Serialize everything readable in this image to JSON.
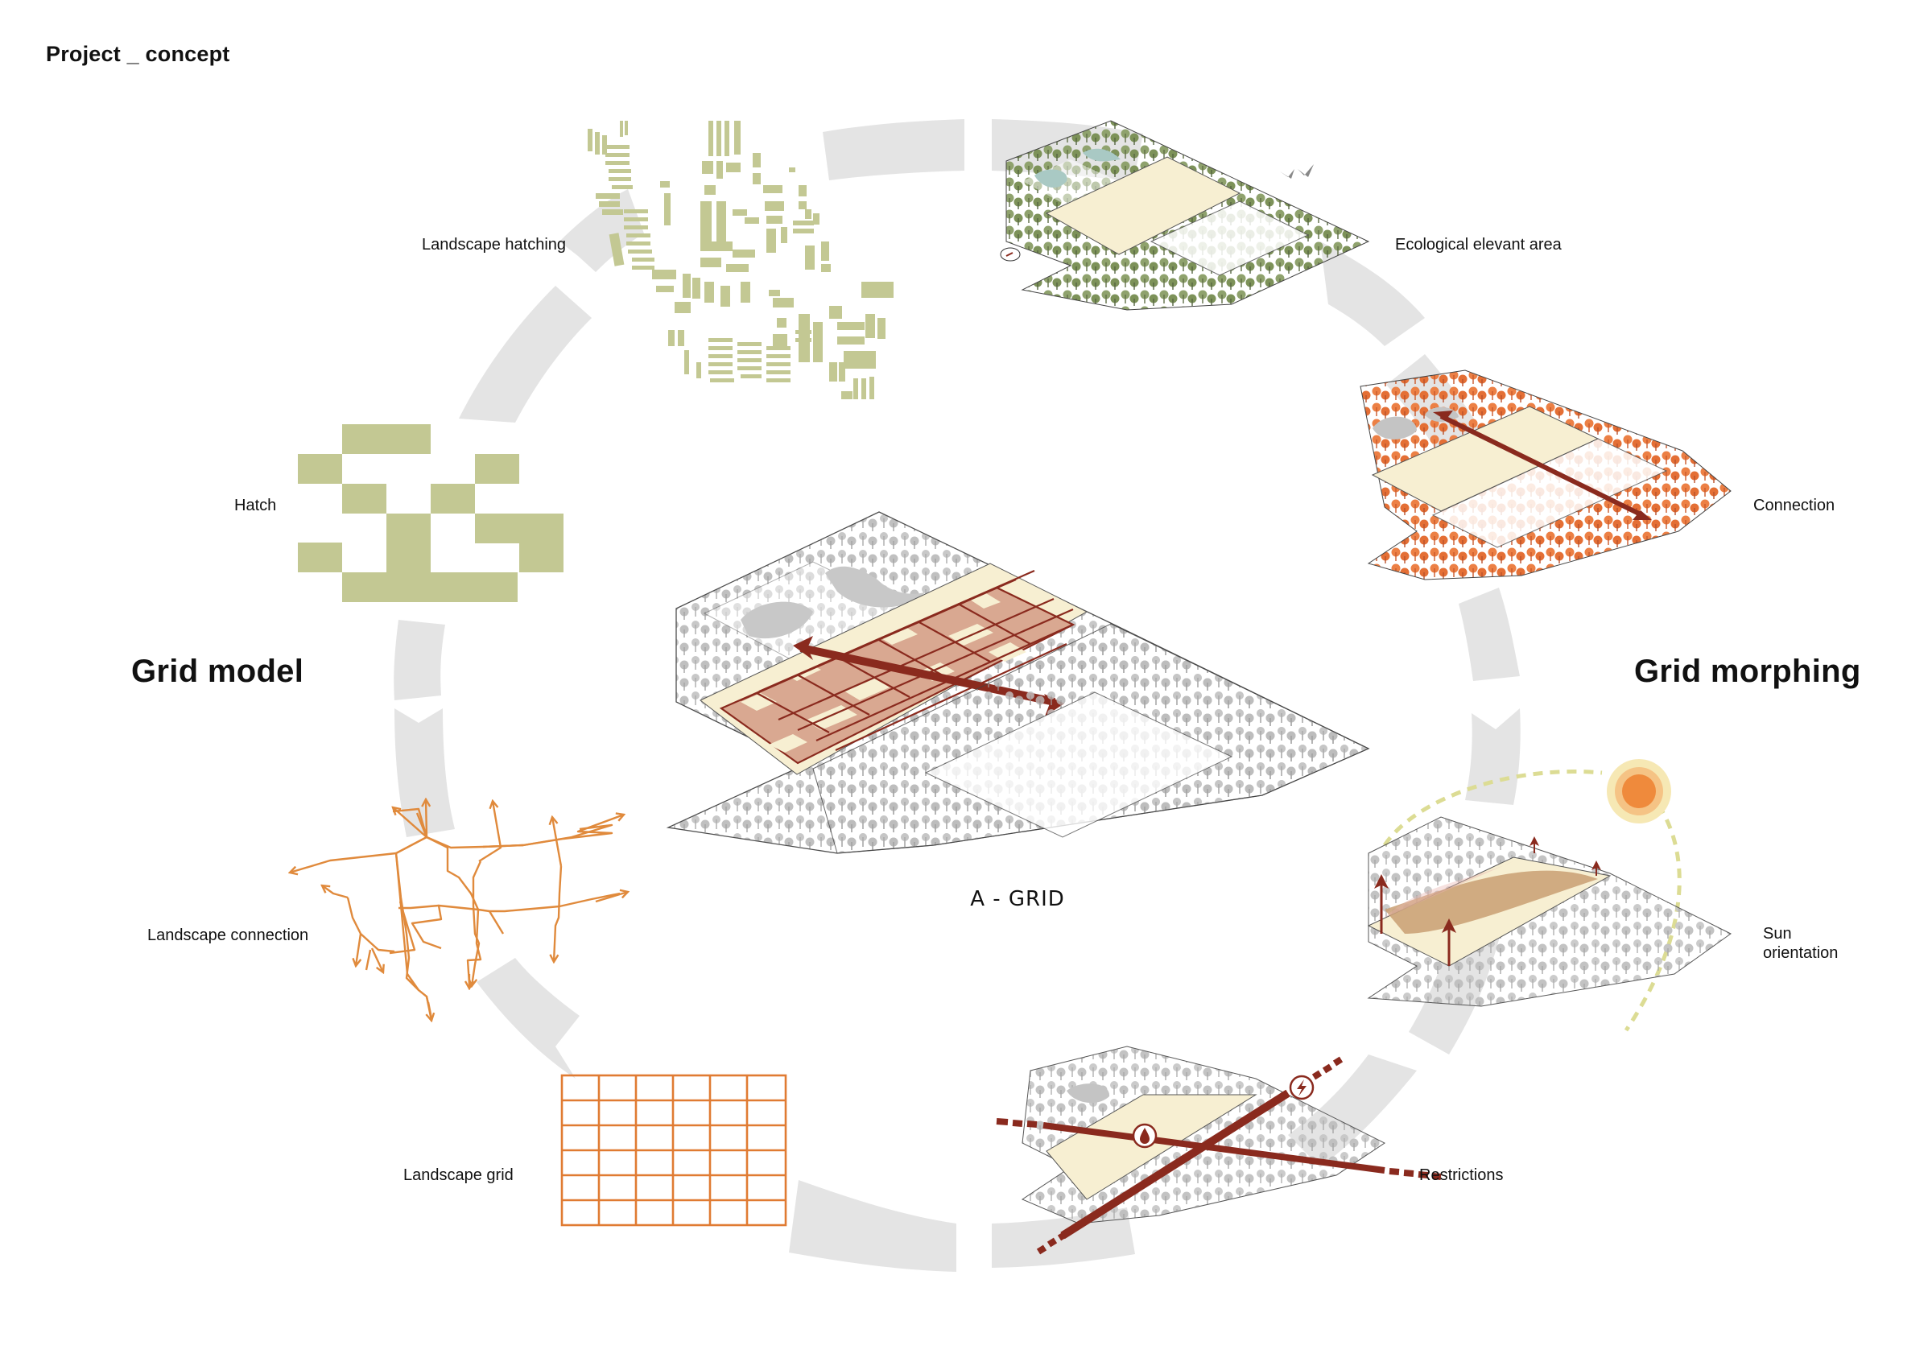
{
  "page": {
    "title": "Project _ concept"
  },
  "sections": {
    "left": "Grid model",
    "right": "Grid morphing"
  },
  "center": {
    "label": "A - GRID"
  },
  "steps": [
    {
      "id": "landscape-hatching",
      "label": "Landscape hatching",
      "side": "left"
    },
    {
      "id": "hatch",
      "label": "Hatch",
      "side": "left"
    },
    {
      "id": "landscape-connection",
      "label": "Landscape connection",
      "side": "left"
    },
    {
      "id": "landscape-grid",
      "label": "Landscape grid",
      "side": "left"
    },
    {
      "id": "ecological-area",
      "label": "Ecological elevant area",
      "side": "right"
    },
    {
      "id": "connection",
      "label": "Connection",
      "side": "right"
    },
    {
      "id": "sun-orientation",
      "label_line1": "Sun",
      "label_line2": "orientation",
      "side": "right"
    },
    {
      "id": "restrictions",
      "label": "Restrictions",
      "side": "right"
    }
  ],
  "icons": {
    "restriction_water": "water-drop-icon",
    "restriction_power": "lightning-icon",
    "sun": "sun-icon",
    "birds": "birds-icon"
  },
  "colors": {
    "cycle_ring": "#e4e4e4",
    "hatch_green": "#c3c893",
    "orange_line": "#e08a3c",
    "grid_orange": "#e07b32",
    "dark_red": "#8a2a1e",
    "field_cream": "#f7efd2",
    "grid_tile": "#d9a891",
    "tree_green": "#7f9460",
    "tree_orange": "#e7733b",
    "tree_gray": "#b9b9b9",
    "water_teal": "#a9c9c4",
    "water_gray": "#c4c4c4",
    "sun_core": "#ef8a3c",
    "sun_ring": "#f5c385",
    "sun_halo": "#f6e8b4",
    "sun_path": "#dcdc94"
  }
}
